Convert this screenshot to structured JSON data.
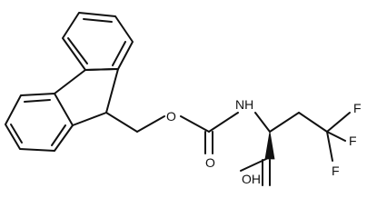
{
  "molecule": {
    "labels": {
      "o1": "O",
      "nh": "NH",
      "o2": "O",
      "f_top": "F",
      "f_right": "F",
      "f_bottom": "F",
      "oh": "OH"
    },
    "colors": {
      "stroke": "#111111",
      "background": "#ffffff"
    }
  }
}
